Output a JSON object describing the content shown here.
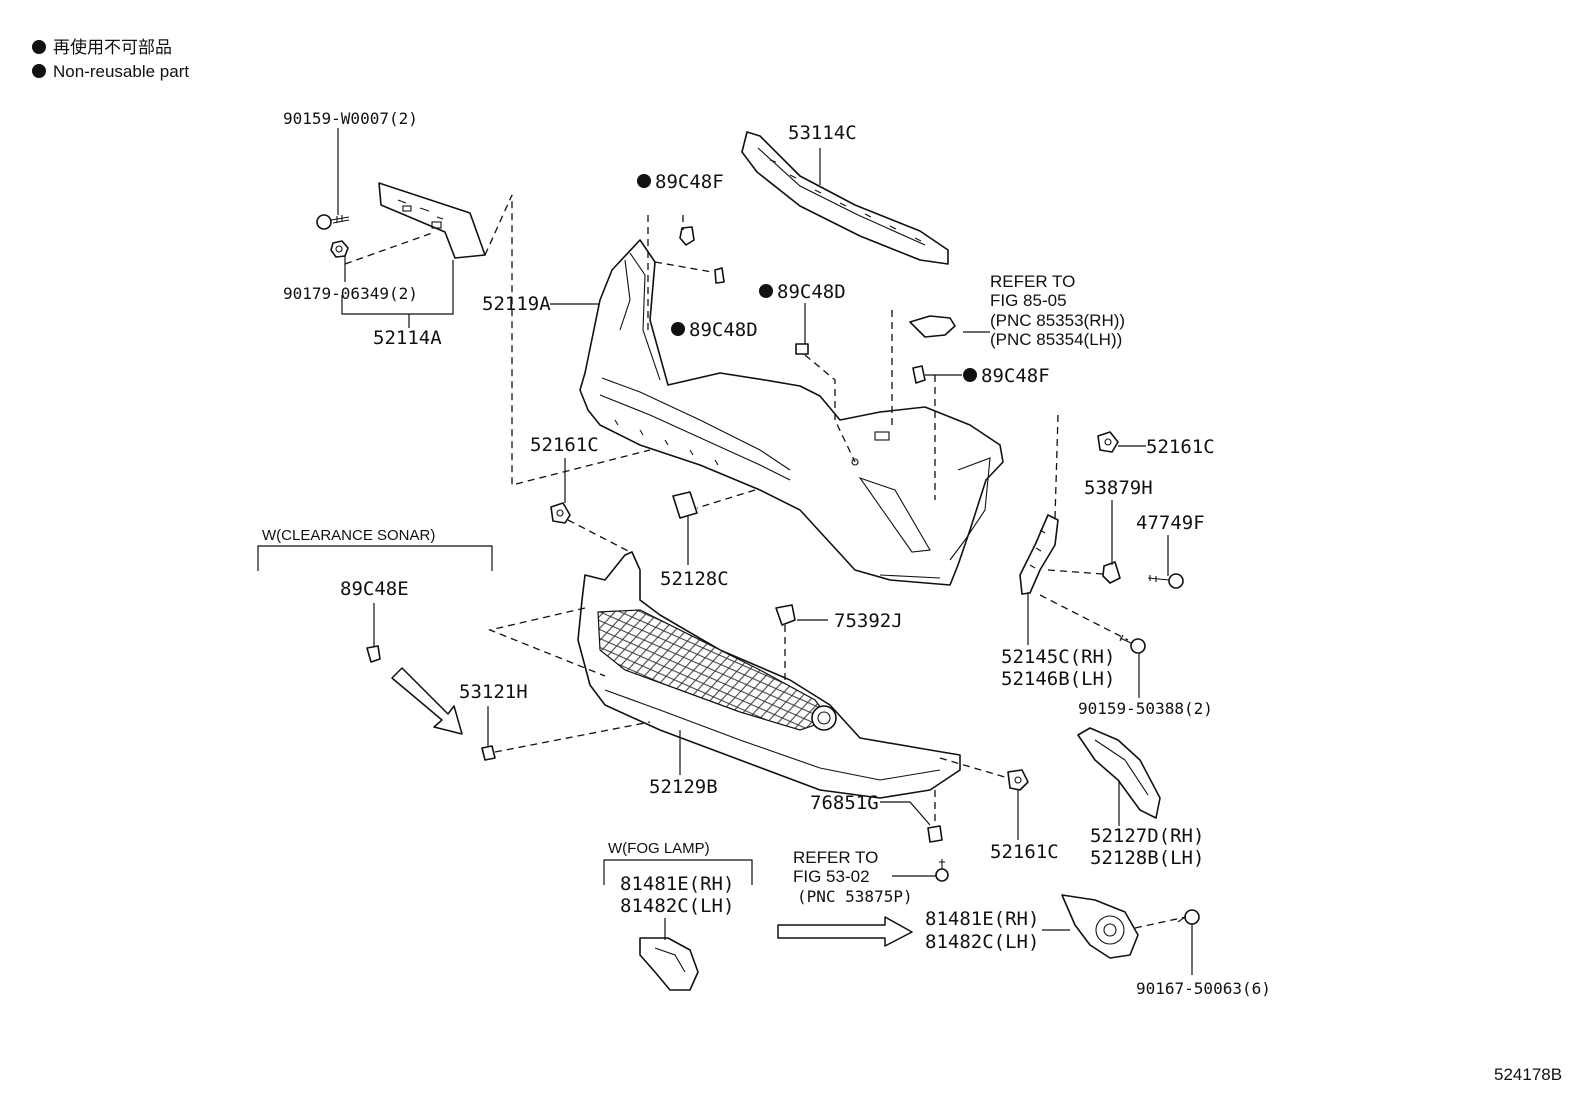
{
  "legend": {
    "japanese": "再使用不可部品",
    "english": "Non-reusable part"
  },
  "figure_number": "524178B",
  "groups": {
    "clearance_sonar": "W(CLEARANCE SONAR)",
    "fog_lamp": "W(FOG LAMP)"
  },
  "parts": {
    "p90159_w0007": "90159-W0007(2)",
    "p90179_06349": "90179-06349(2)",
    "p52114a": "52114A",
    "p52119a": "52119A",
    "p89c48f_top": "89C48F",
    "p89c48d_left": "89C48D",
    "p89c48d_mid": "89C48D",
    "p53114c": "53114C",
    "p89c48f_right": "89C48F",
    "p52161c_a": "52161C",
    "p52161c_b": "52161C",
    "p52161c_c": "52161C",
    "p52128c": "52128C",
    "p89c48e": "89C48E",
    "p53121h": "53121H",
    "p52129b": "52129B",
    "p75392j": "75392J",
    "p53879h": "53879H",
    "p47749f": "47749F",
    "p52145c": "52145C(RH)",
    "p52146b": "52146B(LH)",
    "p90159_50388": "90159-50388(2)",
    "p52127d": "52127D(RH)",
    "p52128b": "52128B(LH)",
    "p76851g": "76851G",
    "p81481e_a": "81481E(RH)",
    "p81482c_a": "81482C(LH)",
    "p81481e_b": "81481E(RH)",
    "p81482c_b": "81482C(LH)",
    "p90167_50063": "90167-50063(6)"
  },
  "references": {
    "fig85": [
      "REFER TO",
      "FIG 85-05",
      "(PNC 85353(RH))",
      "(PNC 85354(LH))"
    ],
    "fig53": [
      "REFER TO",
      "FIG 53-02",
      "(PNC 53875P)"
    ]
  }
}
